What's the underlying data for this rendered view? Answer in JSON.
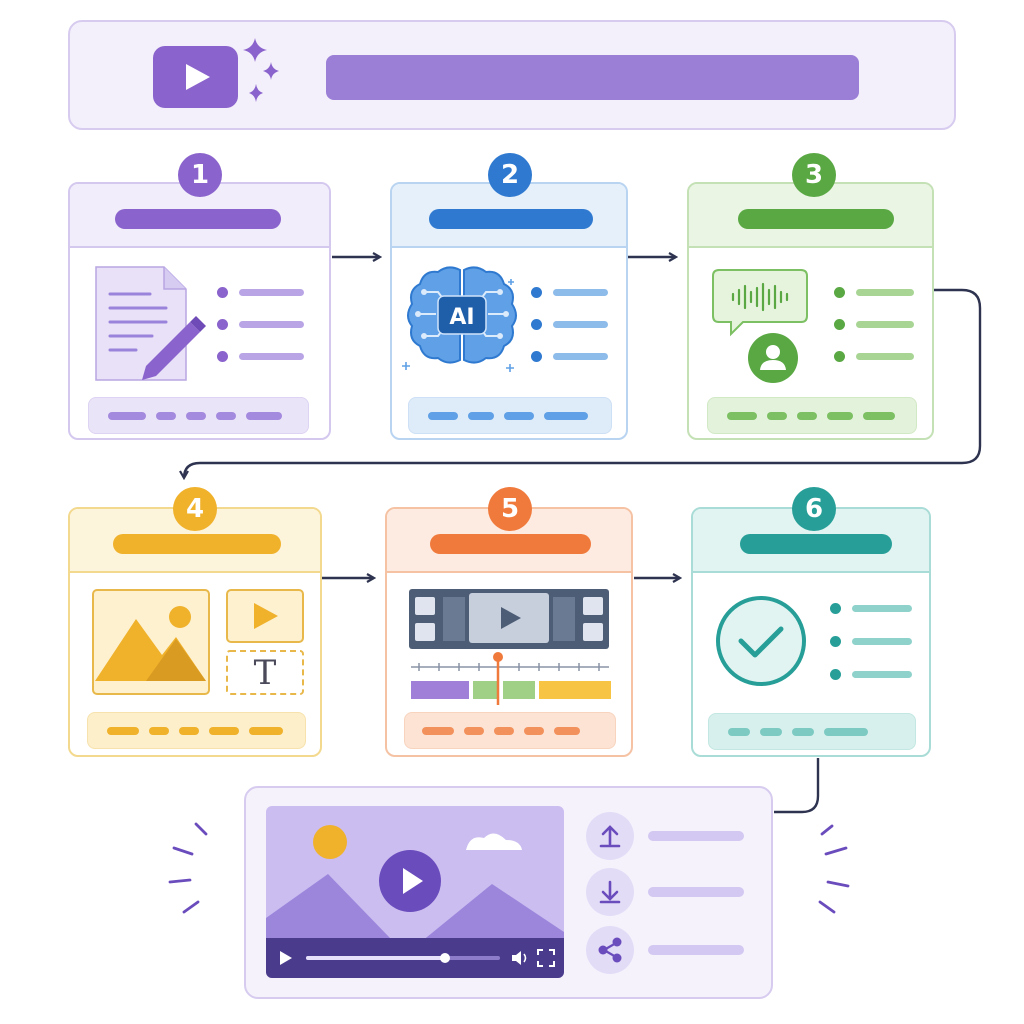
{
  "steps": [
    {
      "number": "1",
      "color": "#8a63cc",
      "icon": "document-edit-icon"
    },
    {
      "number": "2",
      "color": "#2f7ad0",
      "icon": "ai-brain-icon",
      "icon_label": "AI"
    },
    {
      "number": "3",
      "color": "#5aa843",
      "icon": "voice-narrator-icon"
    },
    {
      "number": "4",
      "color": "#f0b12b",
      "icon": "media-assets-icon",
      "text_glyph": "T"
    },
    {
      "number": "5",
      "color": "#f07a3c",
      "icon": "video-timeline-icon"
    },
    {
      "number": "6",
      "color": "#279f98",
      "icon": "check-circle-icon"
    }
  ],
  "final_panel": {
    "icons": [
      "play-icon",
      "volume-icon",
      "fullscreen-icon",
      "upload-icon",
      "download-icon",
      "share-icon"
    ]
  }
}
